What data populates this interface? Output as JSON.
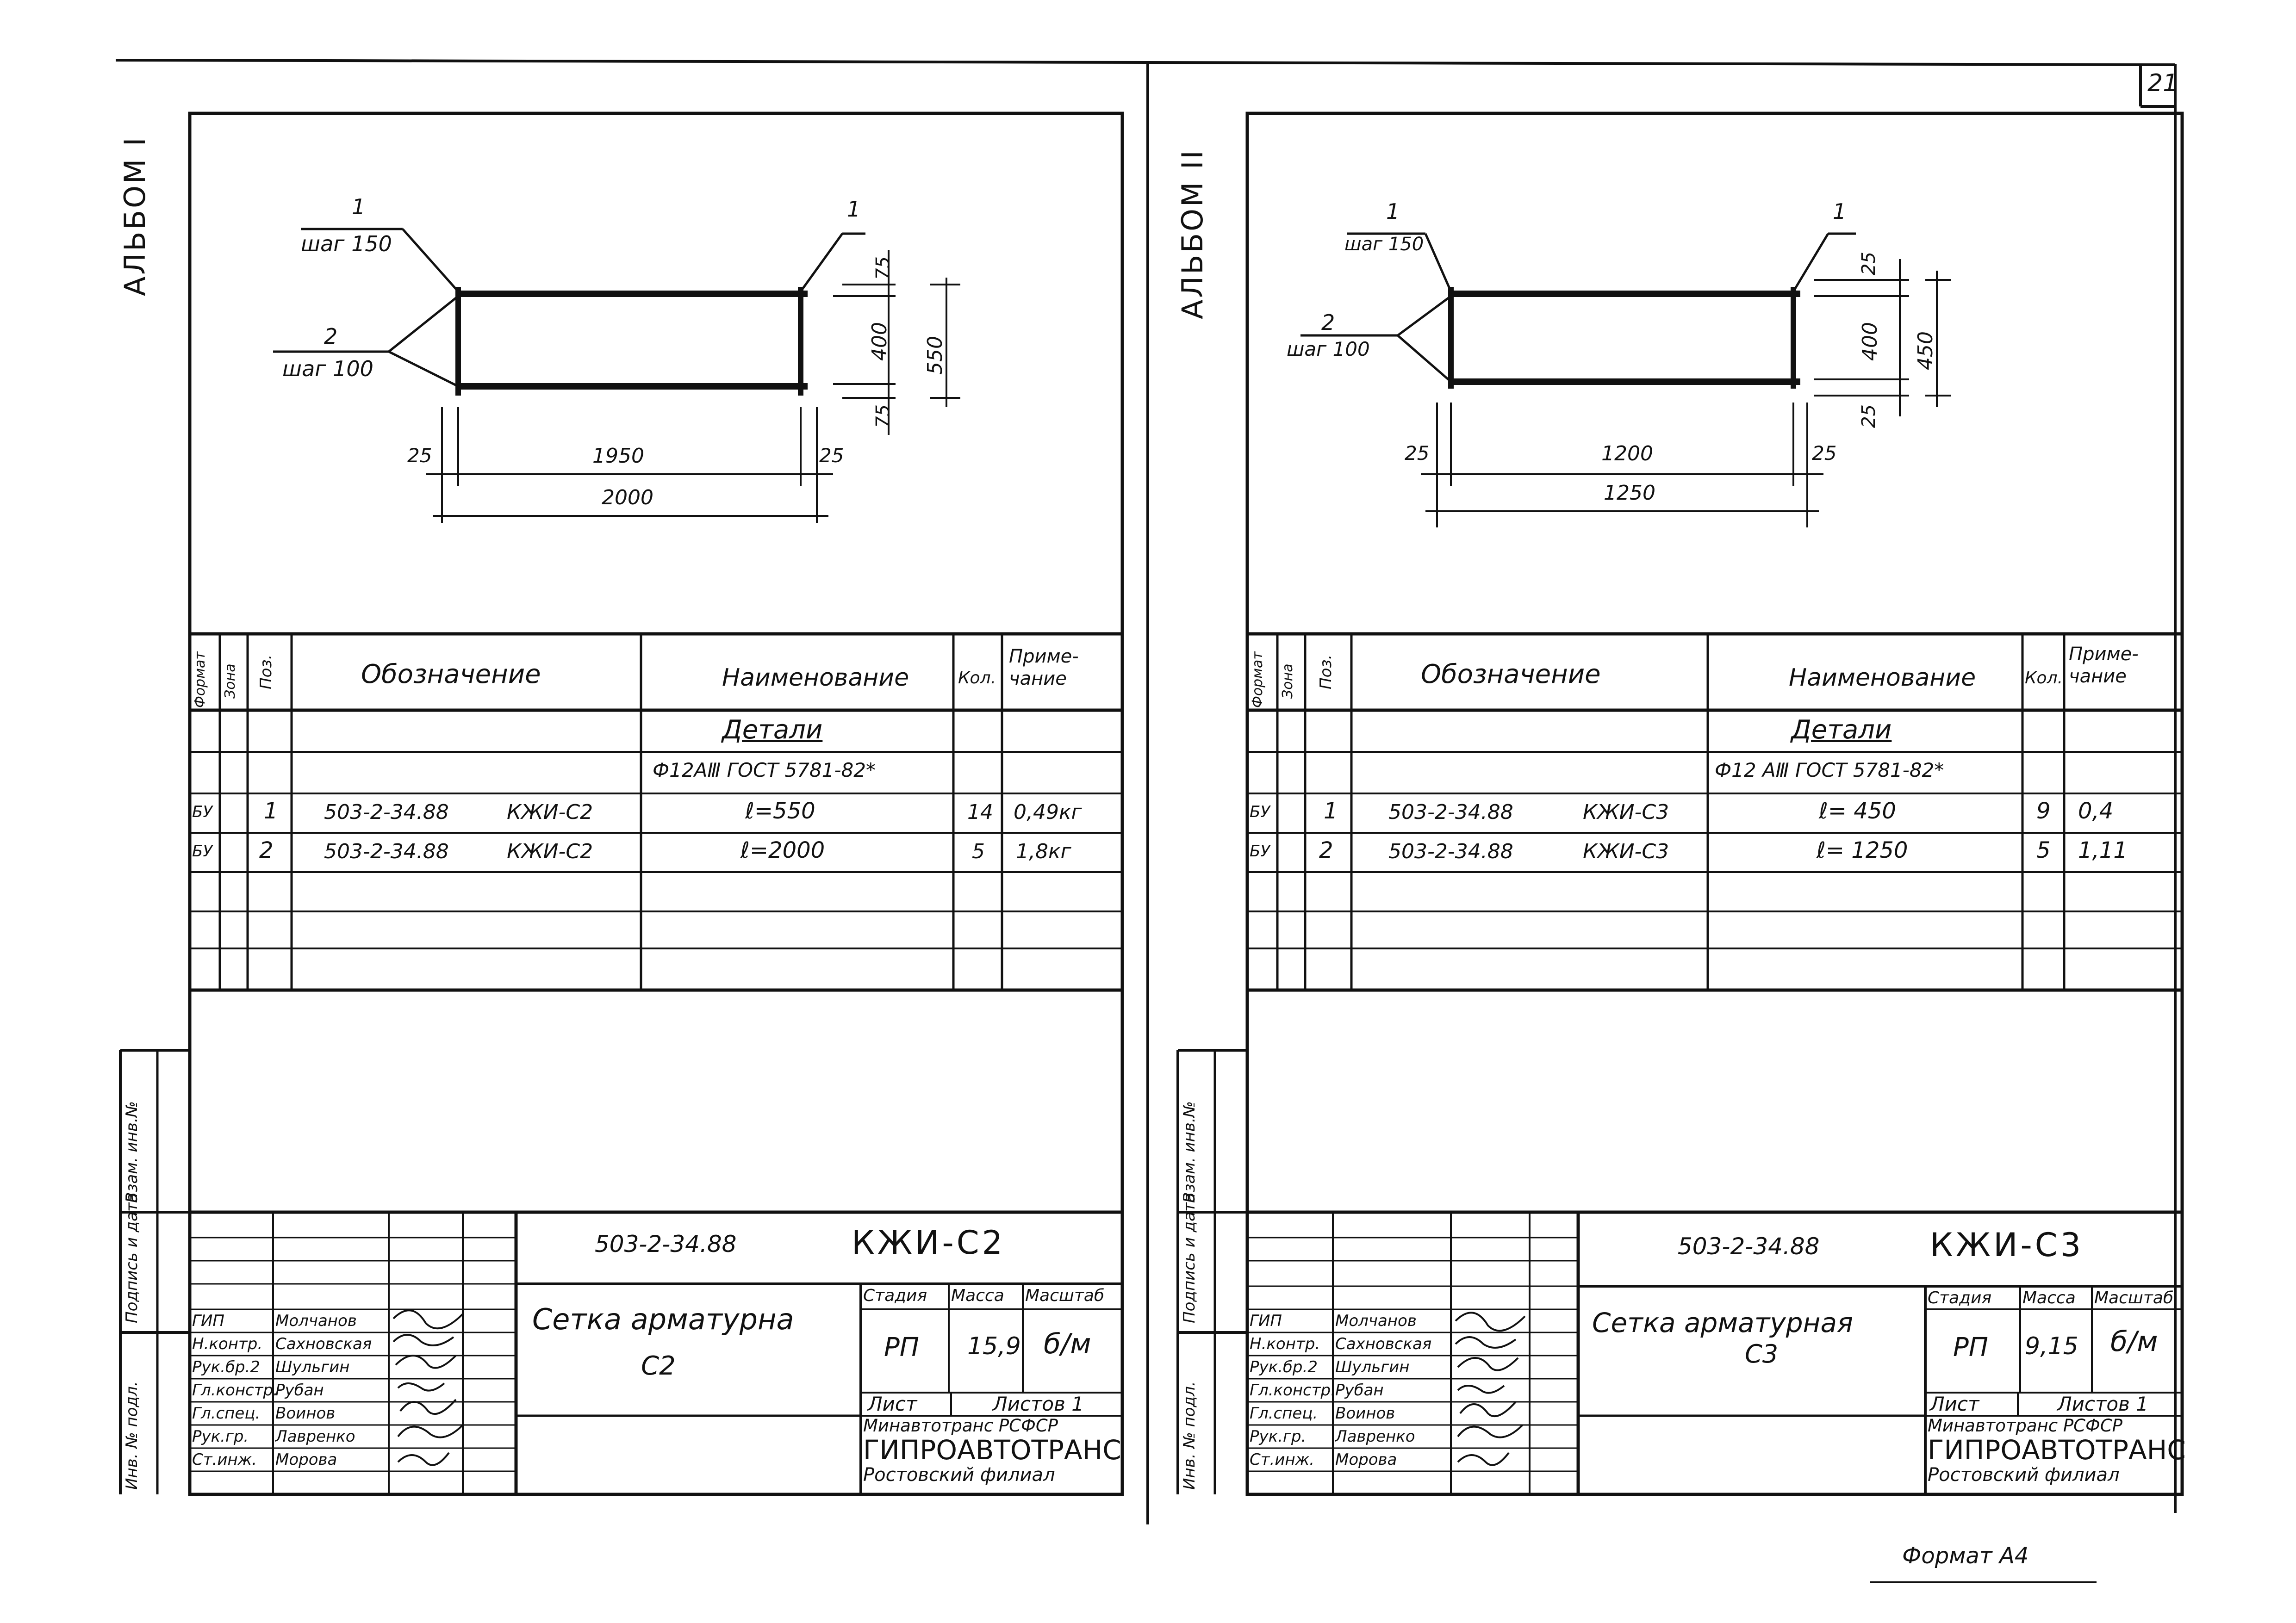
{
  "page_number": "21",
  "format_note": "Формат А4",
  "sheets": [
    {
      "album": "АЛЬБОМ I",
      "drawing": {
        "top_pos": "1",
        "top_pitch": "шаг 150",
        "left_pos": "2",
        "left_pitch": "шаг 100",
        "right_pos": "1",
        "dim_top_offset": "75",
        "dim_inner_height": "400",
        "dim_bottom_offset": "75",
        "dim_total_height": "550",
        "dim_left_offset": "25",
        "dim_inner_width": "1950",
        "dim_right_offset": "25",
        "dim_total_width": "2000"
      },
      "spec": {
        "headers": {
          "format": "Формат",
          "zone": "Зона",
          "pos": "Поз.",
          "designation": "Обозначение",
          "name": "Наименование",
          "qty": "Кол.",
          "note": "Приме-чание"
        },
        "section_title": "Детали",
        "material": "Ф12АⅢ ГОСТ 5781-82*",
        "rows": [
          {
            "format": "БУ",
            "pos": "1",
            "designation": "503-2-34.88",
            "code": "КЖИ-С2",
            "name": "ℓ=550",
            "qty": "14",
            "note": "0,49кг"
          },
          {
            "format": "БУ",
            "pos": "2",
            "designation": "503-2-34.88",
            "code": "КЖИ-С2",
            "name": "ℓ=2000",
            "qty": "5",
            "note": "1,8кг"
          }
        ]
      },
      "margin_labels": {
        "inv_vzam": "Взам. инв.№",
        "sign_date": "Подпись и дата",
        "inv_podl": "Инв. № подл."
      },
      "title_block": {
        "doc_number": "503-2-34.88",
        "code": "КЖИ-С2",
        "title_line1": "Сетка арматурна",
        "title_line2": "С2",
        "stage_label": "Стадия",
        "mass_label": "Масса",
        "scale_label": "Масштаб",
        "stage": "РП",
        "mass": "15,9",
        "scale": "б/м",
        "sheet_label": "Лист",
        "sheets_label": "Листов 1",
        "org_line1": "Минавтотранс РСФСР",
        "org_line2": "ГИПРОАВТОТРАНС",
        "org_line3": "Ростовский филиал",
        "people": [
          {
            "role": "ГИП",
            "name": "Молчанов"
          },
          {
            "role": "Н.контр.",
            "name": "Сахновская"
          },
          {
            "role": "Рук.бр.2",
            "name": "Шульгин"
          },
          {
            "role": "Гл.констр.",
            "name": "Рубан"
          },
          {
            "role": "Гл.спец.",
            "name": "Воинов"
          },
          {
            "role": "Рук.гр.",
            "name": "Лавренко"
          },
          {
            "role": "Ст.инж.",
            "name": "Морова"
          }
        ]
      }
    },
    {
      "album": "АЛЬБОМ II",
      "drawing": {
        "top_pos": "1",
        "top_pitch": "шаг 150",
        "left_pos": "2",
        "left_pitch": "шаг 100",
        "right_pos": "1",
        "dim_top_offset": "25",
        "dim_inner_height": "400",
        "dim_bottom_offset": "25",
        "dim_total_height": "450",
        "dim_left_offset": "25",
        "dim_inner_width": "1200",
        "dim_right_offset": "25",
        "dim_total_width": "1250"
      },
      "spec": {
        "headers": {
          "format": "Формат",
          "zone": "Зона",
          "pos": "Поз.",
          "designation": "Обозначение",
          "name": "Наименование",
          "qty": "Кол.",
          "note": "Приме-чание"
        },
        "section_title": "Детали",
        "material": "Ф12 АⅢ ГОСТ 5781-82*",
        "rows": [
          {
            "format": "БУ",
            "pos": "1",
            "designation": "503-2-34.88",
            "code": "КЖИ-С3",
            "name": "ℓ= 450",
            "qty": "9",
            "note": "0,4"
          },
          {
            "format": "БУ",
            "pos": "2",
            "designation": "503-2-34.88",
            "code": "КЖИ-С3",
            "name": "ℓ= 1250",
            "qty": "5",
            "note": "1,11"
          }
        ]
      },
      "margin_labels": {
        "inv_vzam": "Взам. инв.№",
        "sign_date": "Подпись и дата",
        "inv_podl": "Инв. № подл."
      },
      "title_block": {
        "doc_number": "503-2-34.88",
        "code": "КЖИ-С3",
        "title_line1": "Сетка арматурная",
        "title_line2": "С3",
        "stage_label": "Стадия",
        "mass_label": "Масса",
        "scale_label": "Масштаб",
        "stage": "РП",
        "mass": "9,15",
        "scale": "б/м",
        "sheet_label": "Лист",
        "sheets_label": "Листов 1",
        "org_line1": "Минавтотранс РСФСР",
        "org_line2": "ГИПРОАВТОТРАНС",
        "org_line3": "Ростовский филиал",
        "people": [
          {
            "role": "ГИП",
            "name": "Молчанов"
          },
          {
            "role": "Н.контр.",
            "name": "Сахновская"
          },
          {
            "role": "Рук.бр.2",
            "name": "Шульгин"
          },
          {
            "role": "Гл.констр.",
            "name": "Рубан"
          },
          {
            "role": "Гл.спец.",
            "name": "Воинов"
          },
          {
            "role": "Рук.гр.",
            "name": "Лавренко"
          },
          {
            "role": "Ст.инж.",
            "name": "Морова"
          }
        ]
      }
    }
  ]
}
